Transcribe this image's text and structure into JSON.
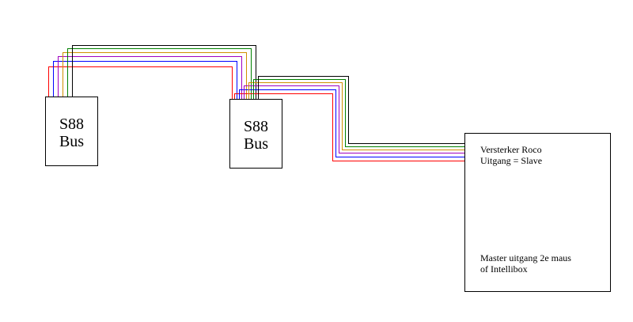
{
  "boxes": {
    "s88_left": {
      "line1": "S88",
      "line2": "Bus"
    },
    "s88_mid": {
      "line1": "S88",
      "line2": "Bus"
    },
    "amplifier": {
      "line1": "Versterker Roco",
      "line2": "Uitgang = Slave",
      "line3": "Master uitgang 2e maus",
      "line4": "of Intellibox"
    }
  },
  "wires": [
    {
      "name": "red",
      "color": "#ff0000"
    },
    {
      "name": "blue",
      "color": "#0000ff"
    },
    {
      "name": "purple",
      "color": "#a000c0"
    },
    {
      "name": "orange",
      "color": "#d09000"
    },
    {
      "name": "green",
      "color": "#008000"
    },
    {
      "name": "black",
      "color": "#000000"
    }
  ]
}
